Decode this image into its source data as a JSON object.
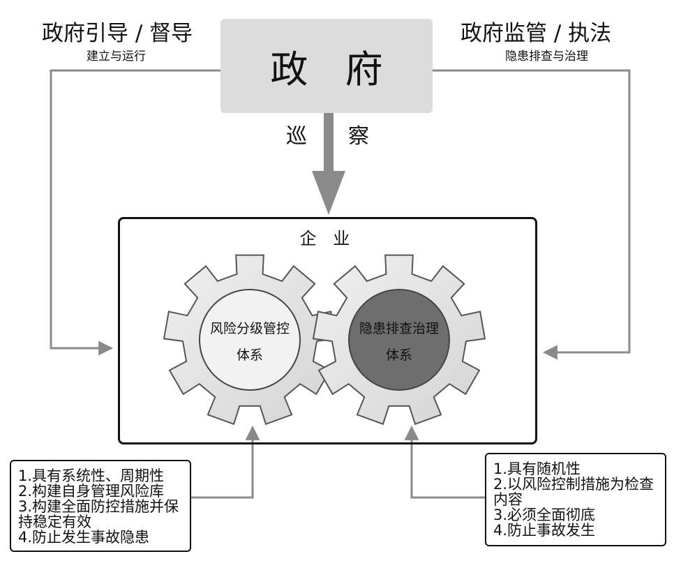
{
  "government": {
    "title": "政 府",
    "left_main": "政府引导 / 督导",
    "left_sub": "建立与运行",
    "right_main": "政府监管 / 执法",
    "right_sub": "隐患排查与治理",
    "patrol_left": "巡",
    "patrol_right": "察"
  },
  "enterprise": {
    "title": "企 业",
    "gear_left_line1": "风险分级管控",
    "gear_left_line2": "体系",
    "gear_right_line1": "隐患排查治理",
    "gear_right_line2": "体系"
  },
  "notes": {
    "left": [
      "1.具有系统性、周期性",
      "2.构建自身管理风险库",
      "3.构建全面防控措施并保持稳定有效",
      "4.防止发生事故隐患"
    ],
    "right": [
      "1.具有随机性",
      "2.以风险控制措施为检查内容",
      "3.必须全面彻底",
      "4.防止事故发生"
    ]
  },
  "colors": {
    "gov_box": "#dcdcdc",
    "arrow": "#8a8a8a",
    "gear": "#e6e6e6",
    "gear_right_core": "#6e6e6e"
  }
}
